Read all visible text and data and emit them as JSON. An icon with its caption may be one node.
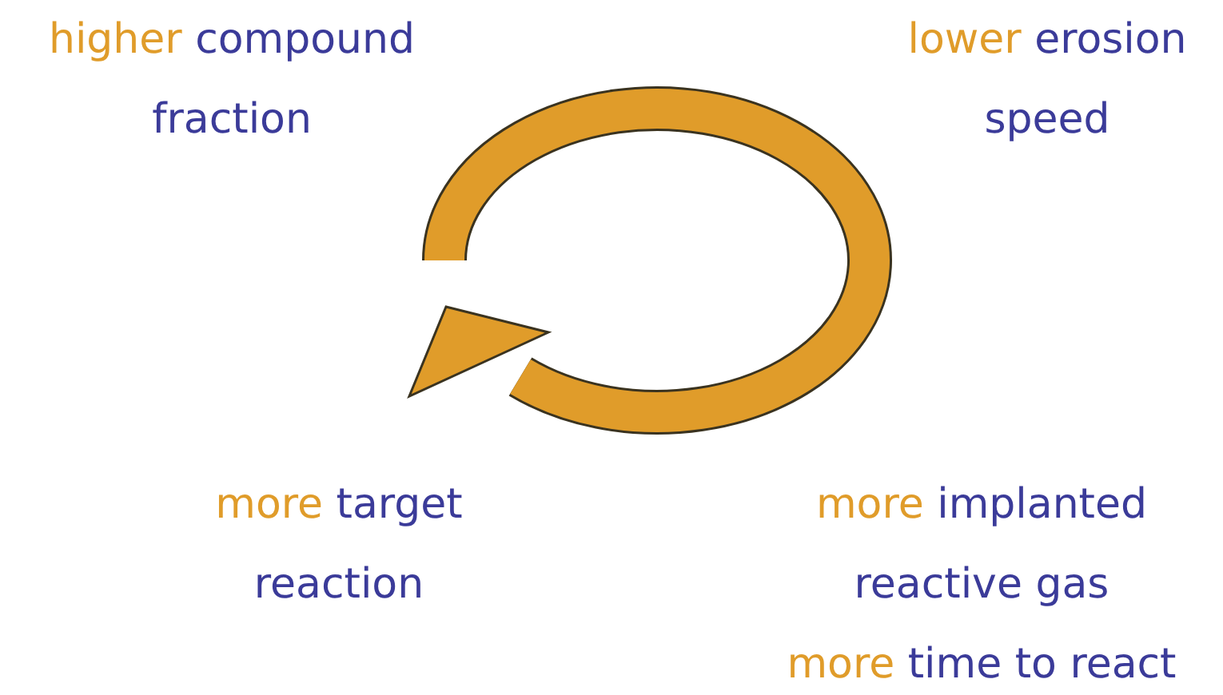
{
  "diagram": {
    "labels": [
      "higher",
      "compound fraction",
      "lower",
      "erosion speed",
      "more",
      "target reaction",
      "more",
      "implanted reactive gas",
      "more",
      "time to react"
    ]
  }
}
